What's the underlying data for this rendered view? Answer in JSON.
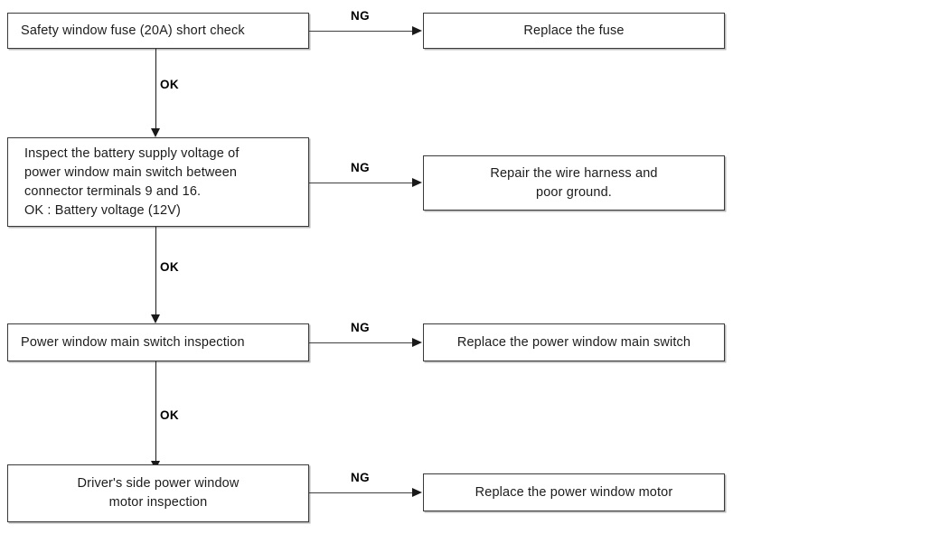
{
  "diagram": {
    "title": "Power window system troubleshooting flowchart",
    "background_color": "#ffffff",
    "line_color": "#1a1a1a",
    "box_border_color": "#3a3a3a",
    "text_color": "#1c1c1c"
  },
  "steps": [
    {
      "id": "step-1",
      "label": "Safety window fuse (20A) short check",
      "branch_ng_label": "NG",
      "branch_ok_label": "OK",
      "result": "Replace the fuse"
    },
    {
      "id": "step-2",
      "label": "Inspect the battery supply voltage of\npower window main switch between\nconnector terminals 9 and 16.\nOK : Battery voltage (12V)",
      "branch_ng_label": "NG",
      "branch_ok_label": "OK",
      "result": "Repair the wire harness and\npoor ground."
    },
    {
      "id": "step-3",
      "label": "Power window main switch inspection",
      "branch_ng_label": "NG",
      "branch_ok_label": "OK",
      "result": "Replace the power window main switch"
    },
    {
      "id": "step-4",
      "label": "Driver's side power window\nmotor  inspection",
      "branch_ng_label": "NG",
      "branch_ok_label": "",
      "result": "Replace the power window motor"
    }
  ]
}
